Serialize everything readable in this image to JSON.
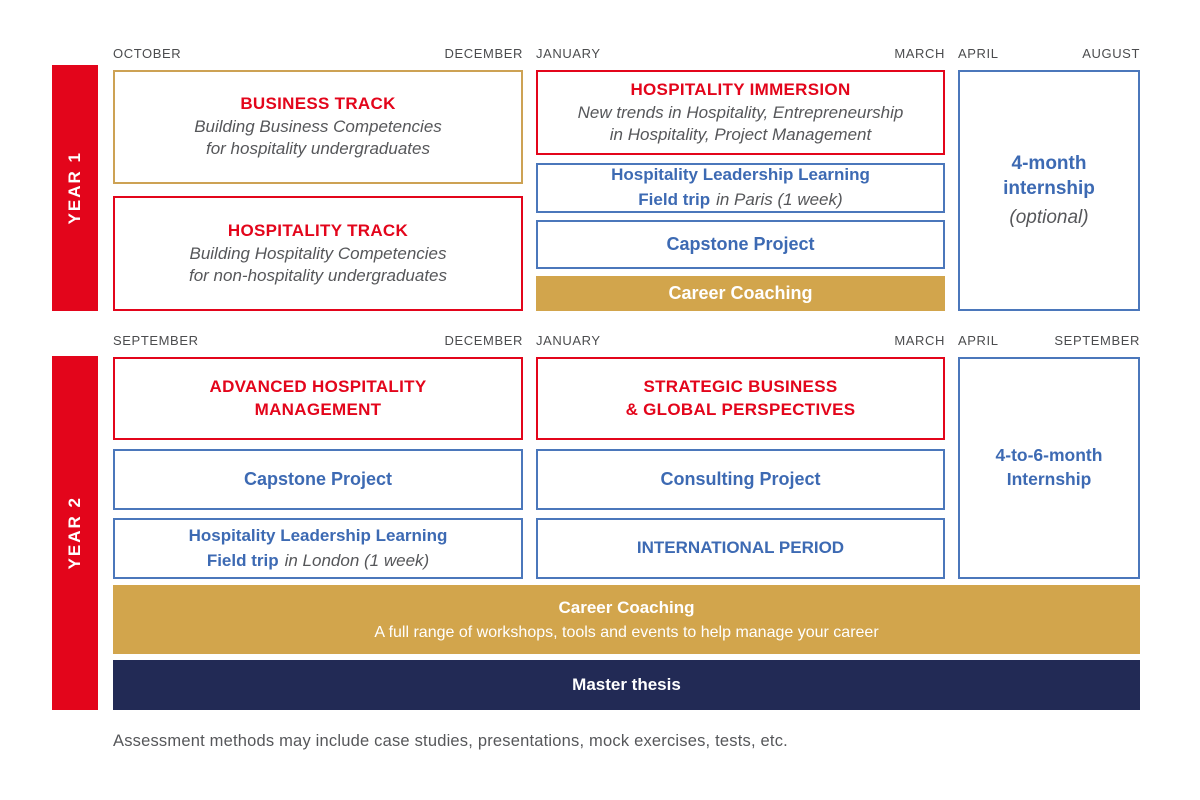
{
  "palette": {
    "red": "#E3051B",
    "gold_fill": "#D2A54C",
    "gold_border": "#CDA254",
    "blue_text": "#3D6AB3",
    "blue_border": "#4B77BB",
    "navy": "#222A55",
    "gray_text": "#56575A",
    "month_label_gray": "#4B4C4E"
  },
  "year1": {
    "label": "YEAR 1",
    "months": [
      {
        "start": "OCTOBER",
        "end": "DECEMBER"
      },
      {
        "start": "JANUARY",
        "end": "MARCH"
      },
      {
        "start": "APRIL",
        "end": "AUGUST"
      }
    ],
    "business_track": {
      "title": "BUSINESS TRACK",
      "subtitle": "Building Business Competencies\nfor hospitality undergraduates"
    },
    "hospitality_track": {
      "title": "HOSPITALITY TRACK",
      "subtitle": "Building Hospitality Competencies\nfor non-hospitality undergraduates"
    },
    "hospitality_immersion": {
      "title": "HOSPITALITY IMMERSION",
      "subtitle": "New trends in Hospitality, Entrepreneurship\nin Hospitality, Project Management"
    },
    "field_trip": {
      "line1": "Hospitality Leadership Learning",
      "line2_bold": "Field trip",
      "line2_rest": "in Paris (1 week)"
    },
    "capstone": "Capstone Project",
    "career_coaching": "Career Coaching",
    "internship": {
      "title": "4-month\ninternship",
      "note": "(optional)"
    }
  },
  "year2": {
    "label": "YEAR 2",
    "months": [
      {
        "start": "SEPTEMBER",
        "end": "DECEMBER"
      },
      {
        "start": "JANUARY",
        "end": "MARCH"
      },
      {
        "start": "APRIL",
        "end": "SEPTEMBER"
      }
    ],
    "advanced_hospitality": "ADVANCED HOSPITALITY\nMANAGEMENT",
    "strategic_business": "STRATEGIC BUSINESS\n& GLOBAL PERSPECTIVES",
    "capstone": "Capstone Project",
    "consulting": "Consulting Project",
    "field_trip": {
      "line1": "Hospitality Leadership Learning",
      "line2_bold": "Field trip",
      "line2_rest": "in London (1 week)"
    },
    "international": "INTERNATIONAL PERIOD",
    "internship": "4-to-6-month\nInternship",
    "career_coaching": {
      "title": "Career Coaching",
      "subtitle": "A full range of workshops, tools and events to help manage your career"
    },
    "master_thesis": "Master thesis"
  },
  "footer_note": "Assessment methods may include case studies, presentations, mock exercises, tests, etc."
}
